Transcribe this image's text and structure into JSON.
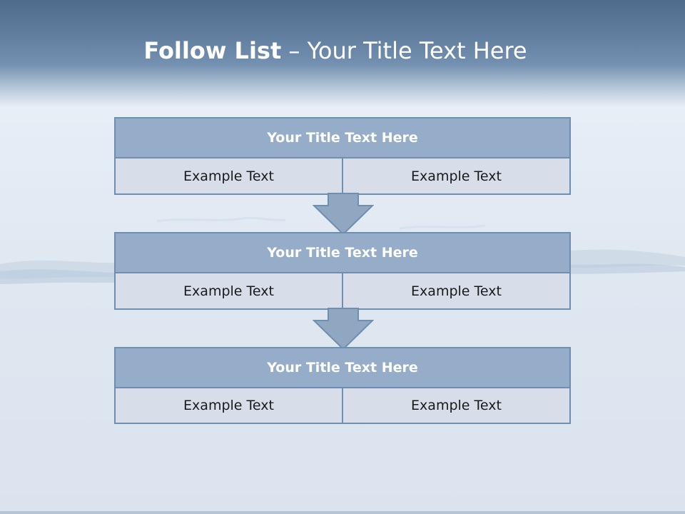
{
  "title": {
    "bold": "Follow List",
    "rest": " – Your Title Text Here"
  },
  "blocks": [
    {
      "title": "Your Title Text Here",
      "left": "Example Text",
      "right": "Example Text"
    },
    {
      "title": "Your Title Text Here",
      "left": "Example Text",
      "right": "Example Text"
    },
    {
      "title": "Your Title Text Here",
      "left": "Example Text",
      "right": "Example Text"
    }
  ],
  "colors": {
    "header": "#5f7c9d",
    "block_title": "#95adc8",
    "block_row": "#d7dee9",
    "border": "#6f8fb0",
    "arrow": "#8fa7c1"
  }
}
